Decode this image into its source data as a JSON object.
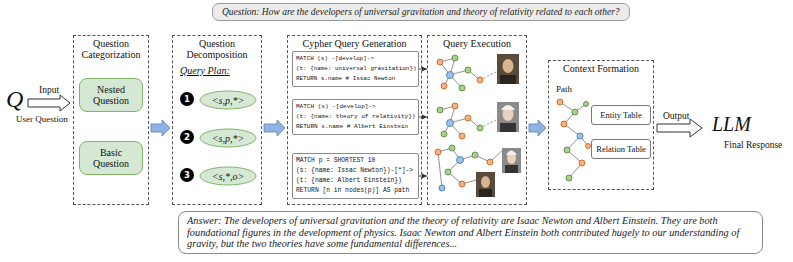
{
  "diagram": {
    "nodes": [
      {
        "text": [
          "Question: How are the developers of universal gravitation and theory of relativity related to each other?"
        ]
      },
      {
        "text": [
          "Question Categorization"
        ]
      },
      {
        "text": [
          "Nested Question"
        ],
        "in": 1
      },
      {
        "text": [
          "Basic Question"
        ],
        "in": 1
      },
      {
        "text": [
          "Question Decomposition",
          "Query Plan:"
        ]
      },
      {
        "text": [
          "<s,p,*>"
        ],
        "in": 4
      },
      {
        "text": [
          "<s,p,*>"
        ],
        "in": 4
      },
      {
        "text": [
          "<s,*,o>"
        ],
        "in": 4
      },
      {
        "text": [
          "Cypher Query Generation"
        ]
      },
      {
        "text": [
          "MATCH (s) -[develop]->",
          "(t: {name: universal gravitation})",
          "RETURN s.name # Issac Newton"
        ],
        "in": 8
      },
      {
        "text": [
          "MATCH (s) -[develop]->",
          "(t: {name: theory of relativity})",
          "RETURN s.name # Albert Einstein"
        ],
        "in": 8
      },
      {
        "text": [
          "MATCH p = SHORTEST 10",
          "(s: {name: Issac Newton})-[*]->",
          "(t: {name: Albert Einstein})",
          "RETURN [n in nodes(p)] AS path"
        ],
        "in": 8
      },
      {
        "text": [
          "Query Execution"
        ]
      },
      {
        "text": [
          "Context Formation"
        ]
      },
      {
        "text": [
          "Entity Table"
        ],
        "in": 13
      },
      {
        "text": [
          "Relation Table"
        ],
        "in": 13
      },
      {
        "text": [
          "Answer: The developers of universal gravitation and the theory of relativity are Isaac Newton and Albert Einstein. They are both foundational figures in the development of physics. Isaac Newton and Albert Einstein both contributed hugely to our understanding of gravity, but the two theories have some fundamental differences..."
        ]
      }
    ],
    "edges": [
      {
        "from": 1,
        "to": 4,
        "arrow": "to"
      },
      {
        "from": 4,
        "to": 8,
        "arrow": "to"
      },
      {
        "from": 9,
        "to": 12,
        "arrow": "to"
      },
      {
        "from": 10,
        "to": 12,
        "arrow": "to"
      },
      {
        "from": 11,
        "to": 12,
        "arrow": "to"
      },
      {
        "from": 12,
        "to": 13,
        "arrow": "to"
      }
    ],
    "labels": [
      "Q",
      "Input",
      "User Question",
      "1",
      "2",
      "3",
      "Path",
      "Output",
      "LLM",
      "Final Response"
    ]
  }
}
